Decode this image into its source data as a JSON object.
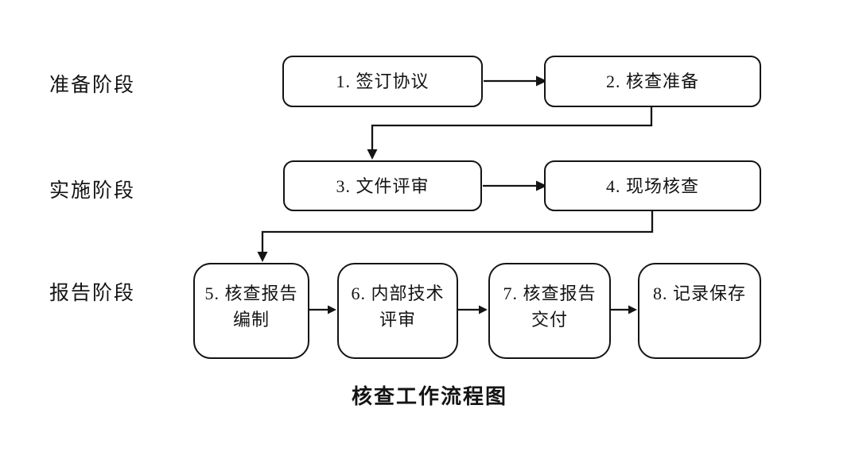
{
  "diagram": {
    "title": "核查工作流程图",
    "background_color": "#ffffff",
    "line_color": "#141414",
    "phases": [
      {
        "label": "准备阶段"
      },
      {
        "label": "实施阶段"
      },
      {
        "label": "报告阶段"
      }
    ],
    "boxes": [
      {
        "id": 1,
        "label": "1. 签订协议"
      },
      {
        "id": 2,
        "label": "2. 核查准备"
      },
      {
        "id": 3,
        "label": "3. 文件评审"
      },
      {
        "id": 4,
        "label": "4. 现场核查"
      },
      {
        "id": 5,
        "label": "5. 核查报告\n编制"
      },
      {
        "id": 6,
        "label": "6. 内部技术\n评审"
      },
      {
        "id": 7,
        "label": "7. 核查报告\n交付"
      },
      {
        "id": 8,
        "label": "8. 记录保存"
      }
    ],
    "edges": [
      "1→2",
      "2→3",
      "3→4",
      "4→5",
      "5→6",
      "6→7",
      "7→8"
    ]
  }
}
